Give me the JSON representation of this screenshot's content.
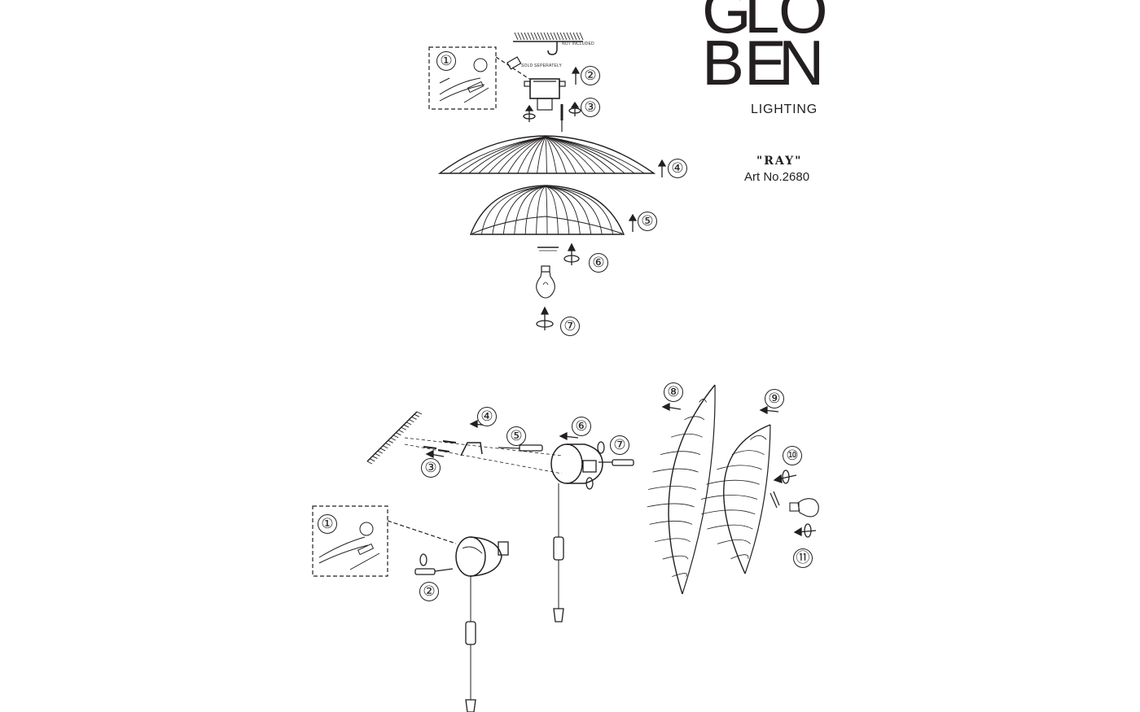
{
  "brand": {
    "logo_letters": [
      "G",
      "L",
      "O",
      "B",
      "E",
      "N"
    ],
    "tagline": "LIGHTING"
  },
  "product": {
    "model": "\"RAY\"",
    "article": "Art No.2680"
  },
  "ceiling_diagram": {
    "note_not_included": "NOT INCLUDED",
    "note_sold_separately": "SOLD SEPERATELY",
    "steps": [
      "①",
      "②",
      "③",
      "④",
      "⑤",
      "⑥",
      "⑦"
    ]
  },
  "wall_diagram": {
    "steps": [
      "①",
      "②",
      "③",
      "④",
      "⑤",
      "⑥",
      "⑦",
      "⑧",
      "⑨",
      "⑩",
      "⑪"
    ]
  }
}
